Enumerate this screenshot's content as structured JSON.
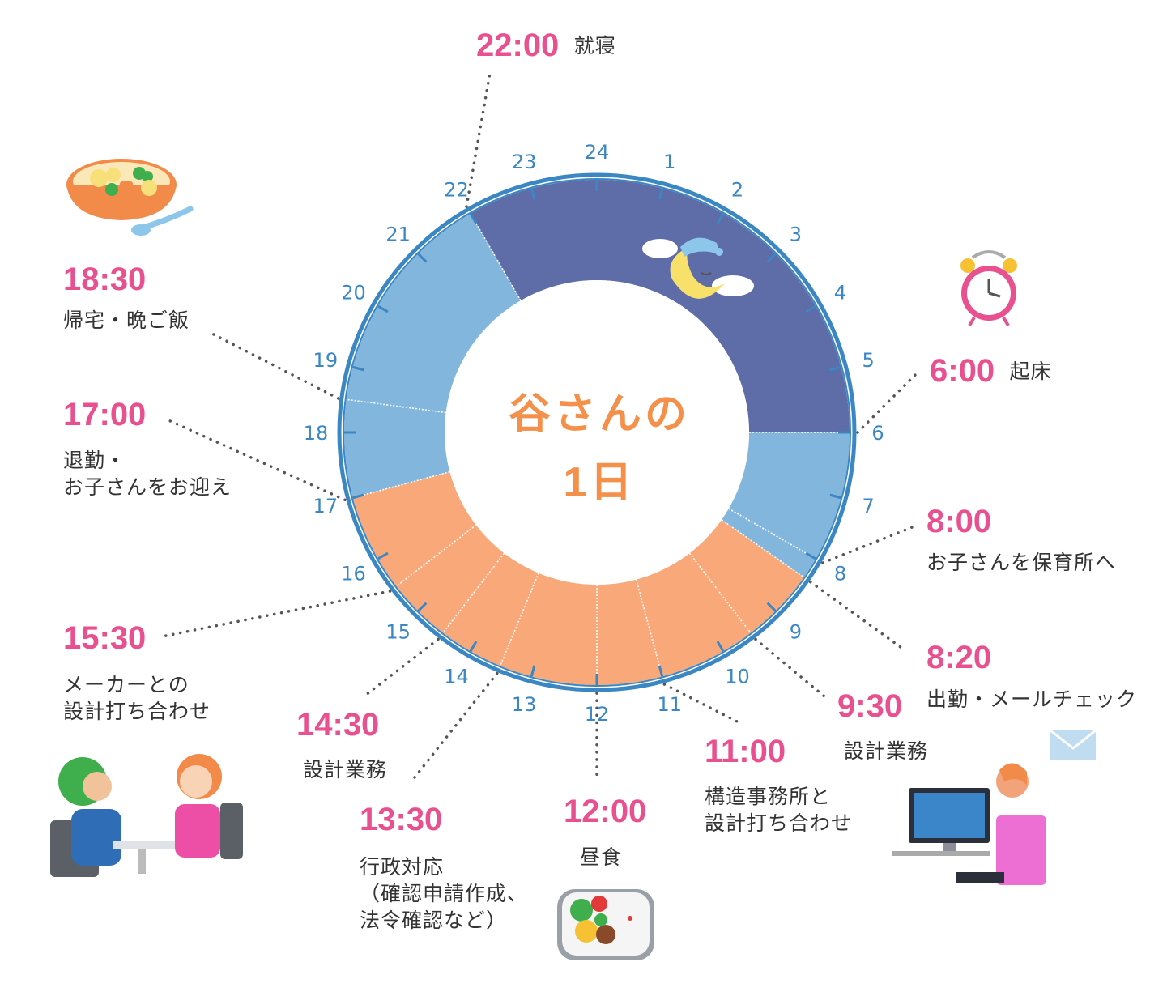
{
  "title": {
    "line1": "谷さんの",
    "line2": "1日"
  },
  "colors": {
    "sleep": "#5e6ca8",
    "morning": "#82b6dc",
    "work": "#f9a87a",
    "ring": "#3a87c4",
    "time_text": "#e8508f",
    "title_text": "#f4904a"
  },
  "chart_data": {
    "type": "clock-schedule",
    "hours": [
      "24",
      "1",
      "2",
      "3",
      "4",
      "5",
      "6",
      "7",
      "8",
      "9",
      "10",
      "11",
      "12",
      "13",
      "14",
      "15",
      "16",
      "17",
      "18",
      "19",
      "20",
      "21",
      "22",
      "23"
    ],
    "segments": [
      {
        "start": 22,
        "end": 30,
        "category": "sleep"
      },
      {
        "start": 6,
        "end": 8.333,
        "category": "home"
      },
      {
        "start": 8.333,
        "end": 17,
        "category": "work"
      },
      {
        "start": 17,
        "end": 22,
        "category": "home"
      }
    ]
  },
  "schedule": [
    {
      "time": "22:00",
      "activity": "就寝"
    },
    {
      "time": "6:00",
      "activity": "起床"
    },
    {
      "time": "8:00",
      "activity": "お子さんを保育所へ"
    },
    {
      "time": "8:20",
      "activity": "出勤・メールチェック"
    },
    {
      "time": "9:30",
      "activity": "設計業務"
    },
    {
      "time": "11:00",
      "activity": "構造事務所と\n設計打ち合わせ"
    },
    {
      "time": "12:00",
      "activity": "昼食"
    },
    {
      "time": "13:30",
      "activity": "行政対応\n（確認申請作成、\n法令確認など）"
    },
    {
      "time": "14:30",
      "activity": "設計業務"
    },
    {
      "time": "15:30",
      "activity": "メーカーとの\n設計打ち合わせ"
    },
    {
      "time": "17:00",
      "activity": "退勤・\nお子さんをお迎え"
    },
    {
      "time": "18:30",
      "activity": "帰宅・晩ご飯"
    }
  ],
  "illustrations": [
    "soup-bowl-icon",
    "alarm-clock-icon",
    "sleeping-moon-icon",
    "envelope-icon",
    "computer-desk-icon",
    "lunch-box-icon",
    "meeting-people-icon"
  ]
}
